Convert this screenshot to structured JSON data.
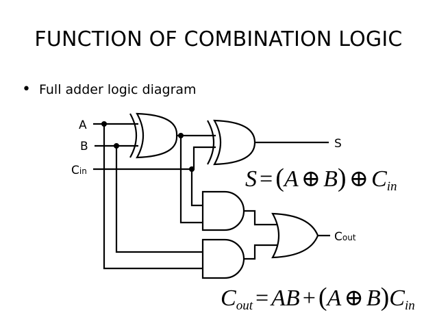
{
  "slide": {
    "title": "FUNCTION OF COMBINATION LOGIC",
    "bullet": "Full adder logic diagram"
  },
  "diagram": {
    "inputs": {
      "a": "A",
      "b": "B",
      "cin_main": "C",
      "cin_sub": "in"
    },
    "outputs": {
      "s": "S",
      "cout_main": "C",
      "cout_sub": "out"
    }
  },
  "equations": {
    "sum": {
      "lhs": "S",
      "eq": "=",
      "a": "A",
      "xor": "⊕",
      "b": "B",
      "c": "C",
      "c_sub": "in"
    },
    "carry": {
      "lhs": "C",
      "lhs_sub": "out",
      "eq": "=",
      "ab": "AB",
      "plus": "+",
      "a": "A",
      "xor": "⊕",
      "b": "B",
      "c": "C",
      "c_sub": "in"
    }
  }
}
